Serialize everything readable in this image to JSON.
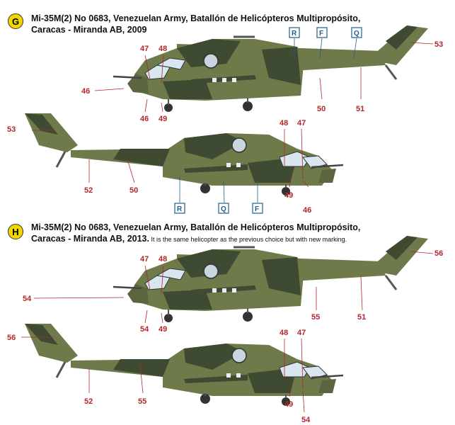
{
  "schemes": [
    {
      "badge": "G",
      "line1": "Mi-35M(2) No 0683, Venezuelan Army, Batallón de Helicópteros Multipropósito,",
      "line2": "Caracas - Miranda AB, 2009",
      "note": "",
      "labels": [
        "47",
        "48",
        "53",
        "46",
        "46",
        "49",
        "50",
        "51",
        "53",
        "52",
        "50",
        "48",
        "47",
        "49",
        "46"
      ],
      "boxes": [
        "R",
        "F",
        "Q",
        "R",
        "Q",
        "F"
      ]
    },
    {
      "badge": "H",
      "line1": "Mi-35M(2) No 0683, Venezuelan Army, Batallón de Helicópteros Multipropósito,",
      "line2": "Caracas - Miranda AB, 2013.",
      "note": " It is the same helicopter as the previous choice but with new marking.",
      "labels": [
        "47",
        "48",
        "56",
        "54",
        "54",
        "49",
        "55",
        "51",
        "56",
        "52",
        "55",
        "48",
        "47",
        "49",
        "54"
      ]
    }
  ],
  "colors": {
    "green": "#6e7a4a",
    "dark": "#3f4a32",
    "light": "#c6c8a0",
    "accent": "#b3262a",
    "box": "#1d5f8a",
    "badge": "#f2d600"
  }
}
